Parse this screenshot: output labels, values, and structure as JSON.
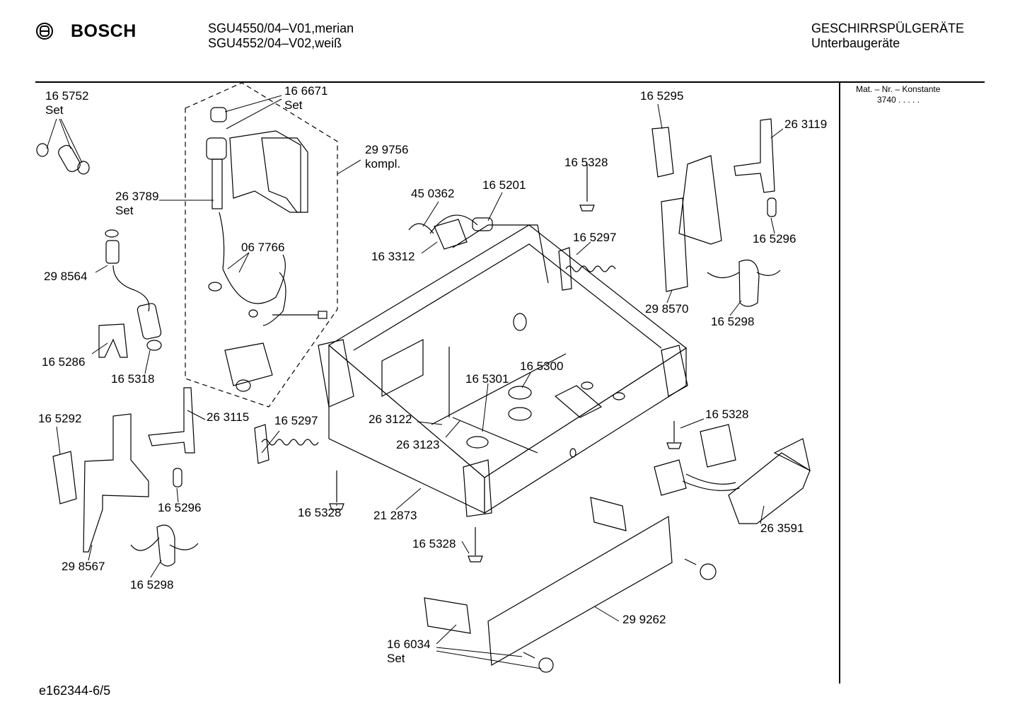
{
  "header": {
    "brand": "BOSCH",
    "models": [
      "SGU4550/04–V01,merian",
      "SGU4552/04–V02,weiß"
    ],
    "category": "GESCHIRRSPÜLGERÄTE",
    "subcategory": "Unterbaugeräte"
  },
  "sidebar": {
    "mat_label": "Mat. – Nr. – Konstante",
    "mat_value": "3740 .  .  .  .  ."
  },
  "footer": {
    "doc_id": "e162344-6/5"
  },
  "callouts": [
    {
      "id": "c1",
      "lines": [
        "16 5752",
        "Set"
      ]
    },
    {
      "id": "c2",
      "lines": [
        "16 6671",
        "Set"
      ]
    },
    {
      "id": "c3",
      "lines": [
        "29 9756",
        "kompl."
      ]
    },
    {
      "id": "c4",
      "lines": [
        "26 3789",
        "Set"
      ]
    },
    {
      "id": "c5",
      "lines": [
        "06 7766"
      ]
    },
    {
      "id": "c6",
      "lines": [
        "29 8564"
      ]
    },
    {
      "id": "c7",
      "lines": [
        "16 5286"
      ]
    },
    {
      "id": "c8",
      "lines": [
        "16 5318"
      ]
    },
    {
      "id": "c9",
      "lines": [
        "16 5292"
      ]
    },
    {
      "id": "c10",
      "lines": [
        "26 3115"
      ]
    },
    {
      "id": "c11",
      "lines": [
        "16 5296"
      ]
    },
    {
      "id": "c12",
      "lines": [
        "29 8567"
      ]
    },
    {
      "id": "c13",
      "lines": [
        "16 5298"
      ]
    },
    {
      "id": "c14",
      "lines": [
        "16 5297"
      ]
    },
    {
      "id": "c15",
      "lines": [
        "16 5328"
      ]
    },
    {
      "id": "c16",
      "lines": [
        "21 2873"
      ]
    },
    {
      "id": "c17",
      "lines": [
        "16 5328"
      ]
    },
    {
      "id": "c18",
      "lines": [
        "26 3122"
      ]
    },
    {
      "id": "c19",
      "lines": [
        "26 3123"
      ]
    },
    {
      "id": "c20",
      "lines": [
        "16 5301"
      ]
    },
    {
      "id": "c21",
      "lines": [
        "16 5300"
      ]
    },
    {
      "id": "c22",
      "lines": [
        "45 0362"
      ]
    },
    {
      "id": "c23",
      "lines": [
        "16 5201"
      ]
    },
    {
      "id": "c24",
      "lines": [
        "16 3312"
      ]
    },
    {
      "id": "c25",
      "lines": [
        "16 5328"
      ]
    },
    {
      "id": "c26",
      "lines": [
        "16 5297"
      ]
    },
    {
      "id": "c27",
      "lines": [
        "16 5295"
      ]
    },
    {
      "id": "c28",
      "lines": [
        "26 3119"
      ]
    },
    {
      "id": "c29",
      "lines": [
        "16 5296"
      ]
    },
    {
      "id": "c30",
      "lines": [
        "29 8570"
      ]
    },
    {
      "id": "c31",
      "lines": [
        "16 5298"
      ]
    },
    {
      "id": "c32",
      "lines": [
        "16 5328"
      ]
    },
    {
      "id": "c33",
      "lines": [
        "26 3591"
      ]
    },
    {
      "id": "c34",
      "lines": [
        "29 9262"
      ]
    },
    {
      "id": "c35",
      "lines": [
        "16 6034",
        "Set"
      ]
    }
  ]
}
